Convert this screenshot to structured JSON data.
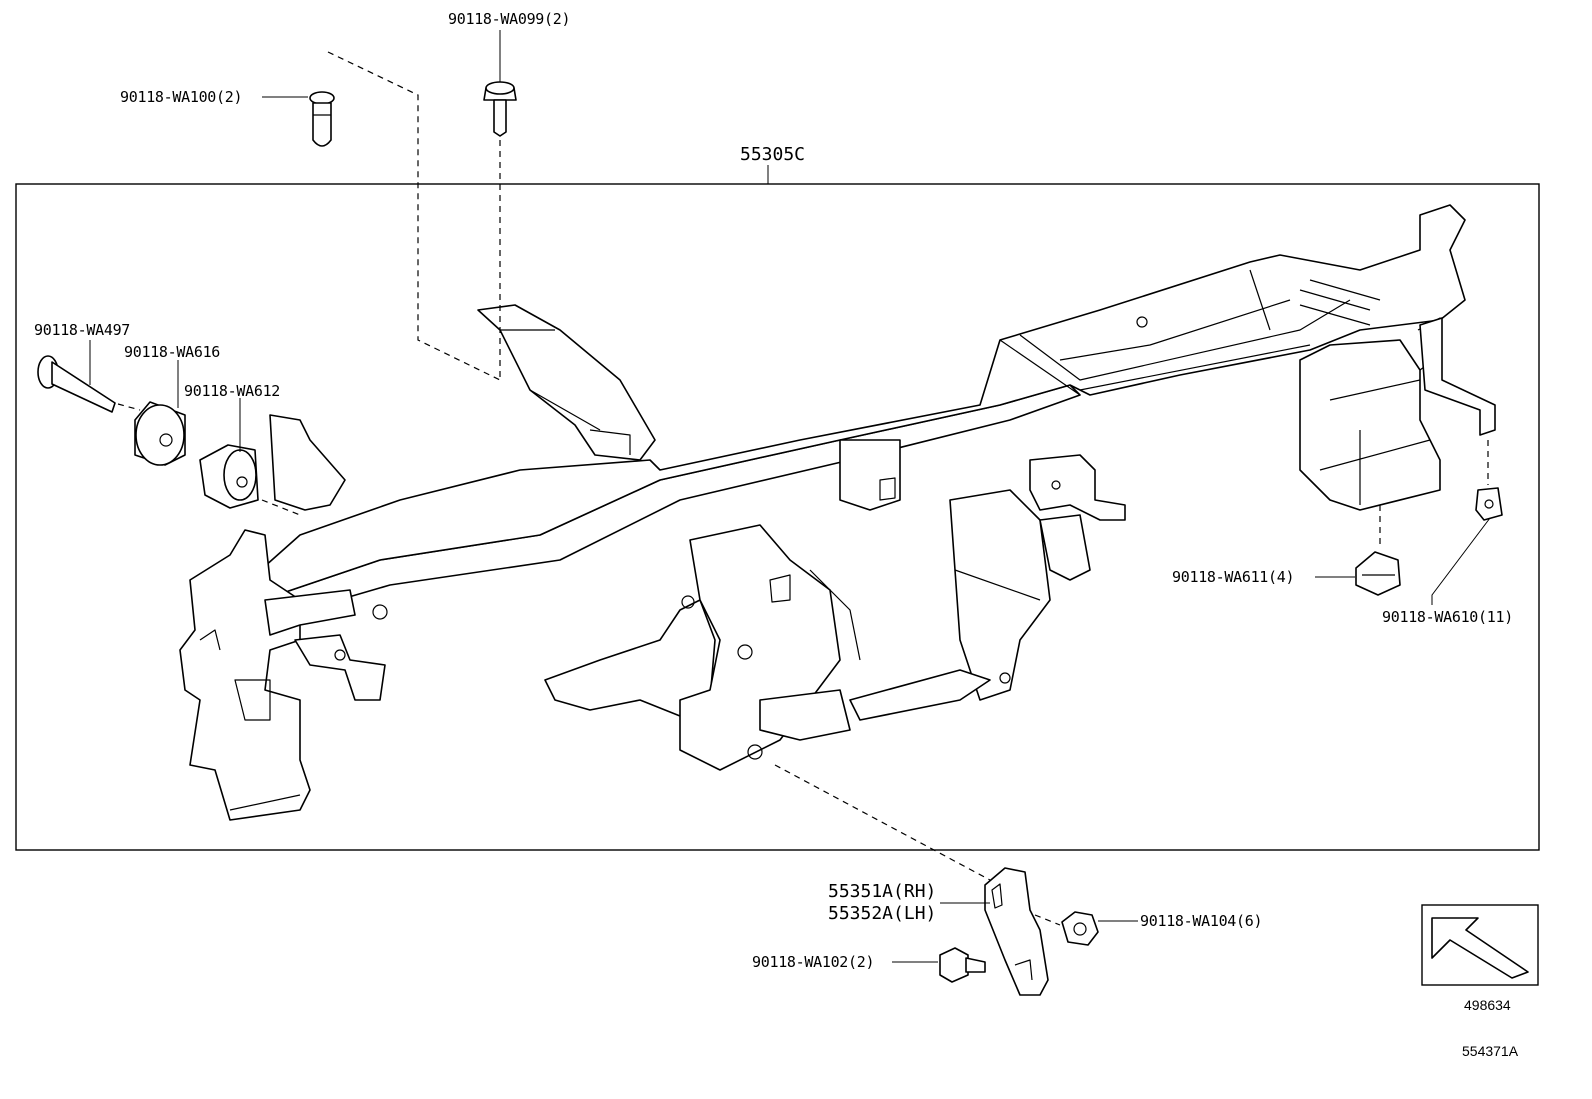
{
  "labels": {
    "wa099": "90118-WA099(2)",
    "wa100": "90118-WA100(2)",
    "assembly": "55305C",
    "wa497": "90118-WA497",
    "wa616": "90118-WA616",
    "wa612": "90118-WA612",
    "wa611": "90118-WA611(4)",
    "wa610": "90118-WA610(11)",
    "rh": "55351A(RH)",
    "lh": "55352A(LH)",
    "wa104": "90118-WA104(6)",
    "wa102": "90118-WA102(2)"
  },
  "front_indicator_code": "498634",
  "drawing_number": "554371A",
  "colors": {
    "line": "#000000",
    "background": "#ffffff"
  }
}
